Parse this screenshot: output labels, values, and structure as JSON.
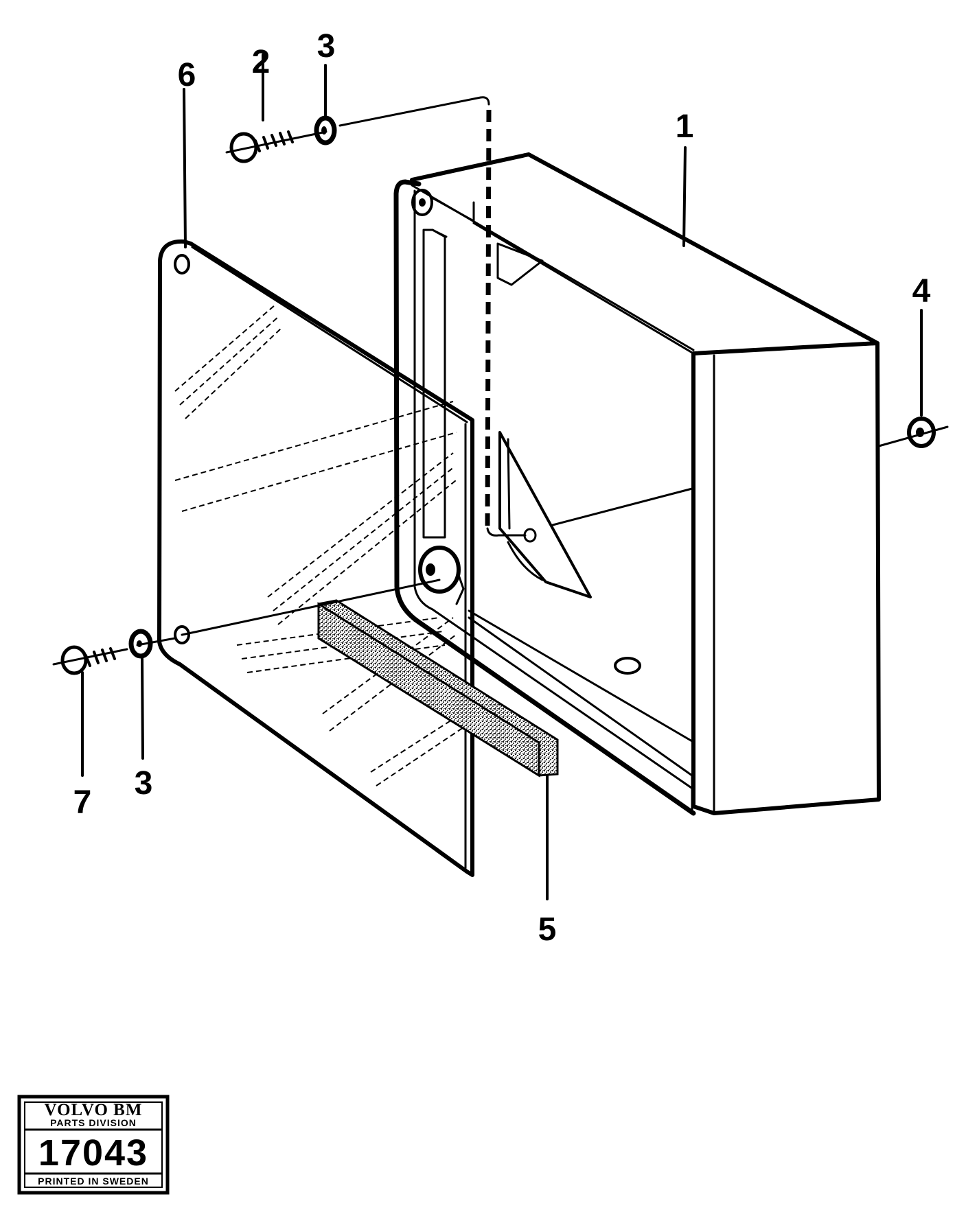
{
  "callouts": {
    "c1": "1",
    "c2": "2",
    "c3_top": "3",
    "c3_bottom": "3",
    "c4": "4",
    "c5": "5",
    "c6": "6",
    "c7": "7"
  },
  "stamp": {
    "brand": "VOLVO BM",
    "division": "PARTS DIVISION",
    "number": "17043",
    "footer": "PRINTED IN SWEDEN"
  }
}
